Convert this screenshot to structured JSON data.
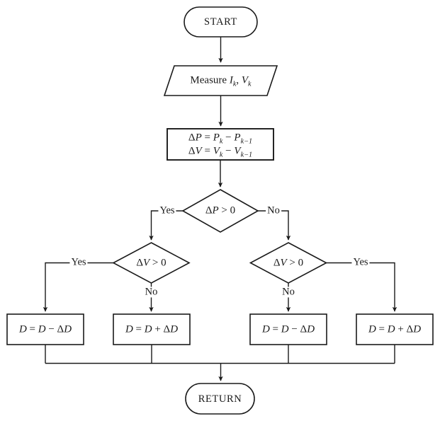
{
  "diagram": {
    "type": "flowchart",
    "background": "#ffffff",
    "stroke_color": "#1a1a1a",
    "nodes": {
      "start": {
        "label": "START"
      },
      "measure": {
        "label_rich": [
          {
            "t": "Measure "
          },
          {
            "v": "I"
          },
          {
            "sub": "k"
          },
          {
            "t": ", "
          },
          {
            "v": "V"
          },
          {
            "sub": "k"
          }
        ]
      },
      "delta_update": {
        "line1": [
          {
            "t": "Δ"
          },
          {
            "v": "P"
          },
          {
            "t": " = "
          },
          {
            "v": "P"
          },
          {
            "sub": "k"
          },
          {
            "t": " − "
          },
          {
            "v": "P"
          },
          {
            "sub": "k−1"
          }
        ],
        "line2": [
          {
            "t": "Δ"
          },
          {
            "v": "V"
          },
          {
            "t": " = "
          },
          {
            "v": "V"
          },
          {
            "sub": "k"
          },
          {
            "t": " − "
          },
          {
            "v": "V"
          },
          {
            "sub": "k−1"
          }
        ]
      },
      "decision_dp": {
        "label_rich": [
          {
            "t": "Δ"
          },
          {
            "v": "P"
          },
          {
            "t": " > 0"
          }
        ]
      },
      "decision_dv_left": {
        "label_rich": [
          {
            "t": "Δ"
          },
          {
            "v": "V"
          },
          {
            "t": " > 0"
          }
        ]
      },
      "decision_dv_right": {
        "label_rich": [
          {
            "t": "Δ"
          },
          {
            "v": "V"
          },
          {
            "t": " > 0"
          }
        ]
      },
      "action_decrease_far_left": {
        "label_rich": [
          {
            "v": "D"
          },
          {
            "t": " = "
          },
          {
            "v": "D"
          },
          {
            "t": " − Δ"
          },
          {
            "v": "D"
          }
        ]
      },
      "action_increase_mid_left": {
        "label_rich": [
          {
            "v": "D"
          },
          {
            "t": " = "
          },
          {
            "v": "D"
          },
          {
            "t": " + Δ"
          },
          {
            "v": "D"
          }
        ]
      },
      "action_decrease_mid_right": {
        "label_rich": [
          {
            "v": "D"
          },
          {
            "t": " = "
          },
          {
            "v": "D"
          },
          {
            "t": " − Δ"
          },
          {
            "v": "D"
          }
        ]
      },
      "action_increase_far_right": {
        "label_rich": [
          {
            "v": "D"
          },
          {
            "t": " = "
          },
          {
            "v": "D"
          },
          {
            "t": " + Δ"
          },
          {
            "v": "D"
          }
        ]
      },
      "return": {
        "label": "RETURN"
      }
    },
    "edge_labels": {
      "dp_yes": "Yes",
      "dp_no": "No",
      "dv_left_yes": "Yes",
      "dv_left_no": "No",
      "dv_right_yes": "Yes",
      "dv_right_no": "No"
    }
  }
}
